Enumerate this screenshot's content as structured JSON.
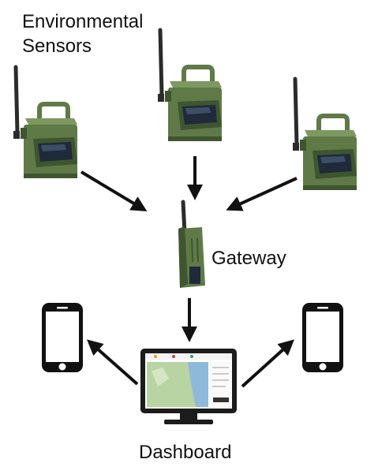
{
  "labels": {
    "sensors_line1": "Environmental",
    "sensors_line2": "Sensors",
    "gateway": "Gateway",
    "dashboard": "Dashboard"
  },
  "colors": {
    "sensor_body": "#5f7a47",
    "sensor_dark": "#3f5530",
    "sensor_light": "#7d9860",
    "screen": "#1f2a3a",
    "antenna": "#2b2b2b",
    "arrow": "#111111",
    "phone": "#111111",
    "monitor": "#1c1c1c",
    "map_land": "#b8d4a2",
    "map_water": "#8fb9d8"
  },
  "icons": {
    "sensor": "environmental-sensor-icon",
    "gateway": "gateway-device-icon",
    "phone": "smartphone-icon",
    "dashboard": "monitor-dashboard-icon"
  }
}
